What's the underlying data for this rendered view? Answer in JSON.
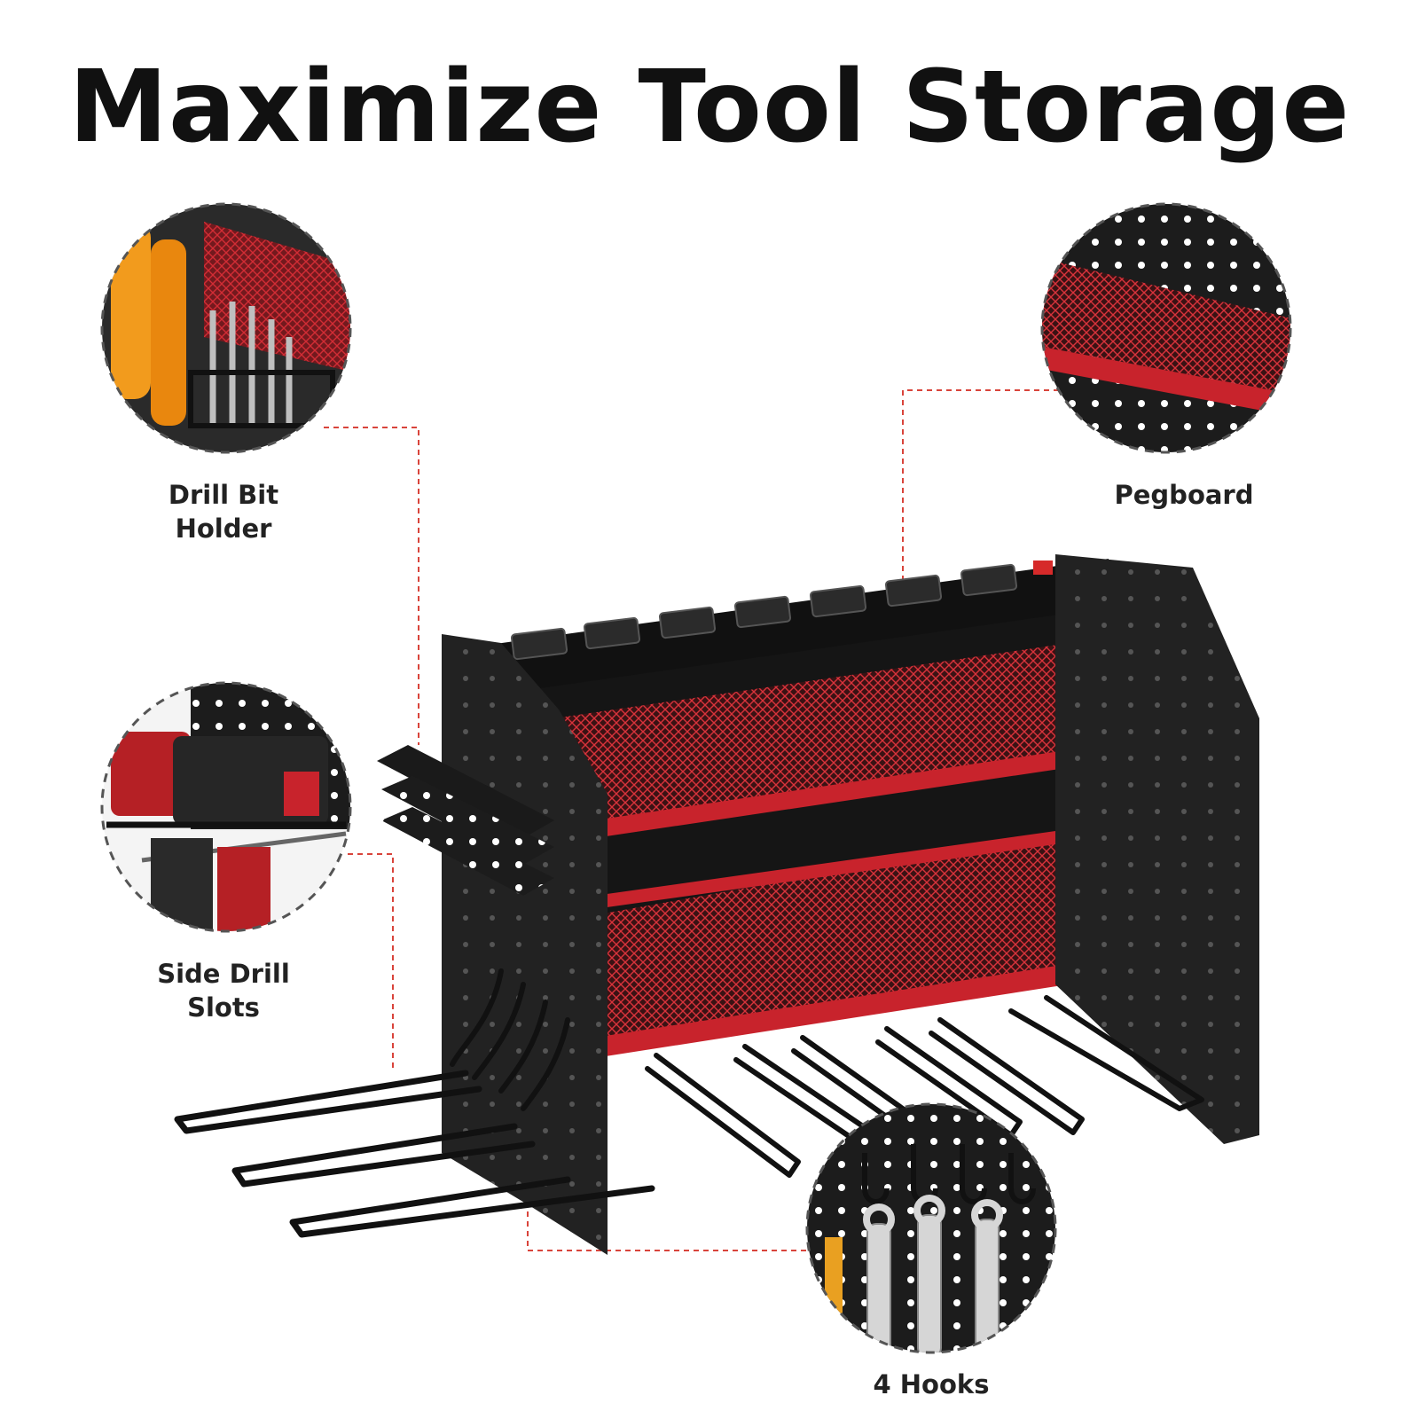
{
  "title": "Maximize Tool Storage",
  "callouts": {
    "drill_bit": {
      "line1": "Drill Bit",
      "line2": "Holder"
    },
    "pegboard": {
      "line1": "Pegboard"
    },
    "side_drill": {
      "line1": "Side Drill",
      "line2": "Slots"
    },
    "hooks": {
      "line1": "4 Hooks"
    }
  },
  "colors": {
    "accent_red": "#c8232c",
    "rack_black": "#1a1a1a",
    "dashed_line": "#d9443b"
  }
}
